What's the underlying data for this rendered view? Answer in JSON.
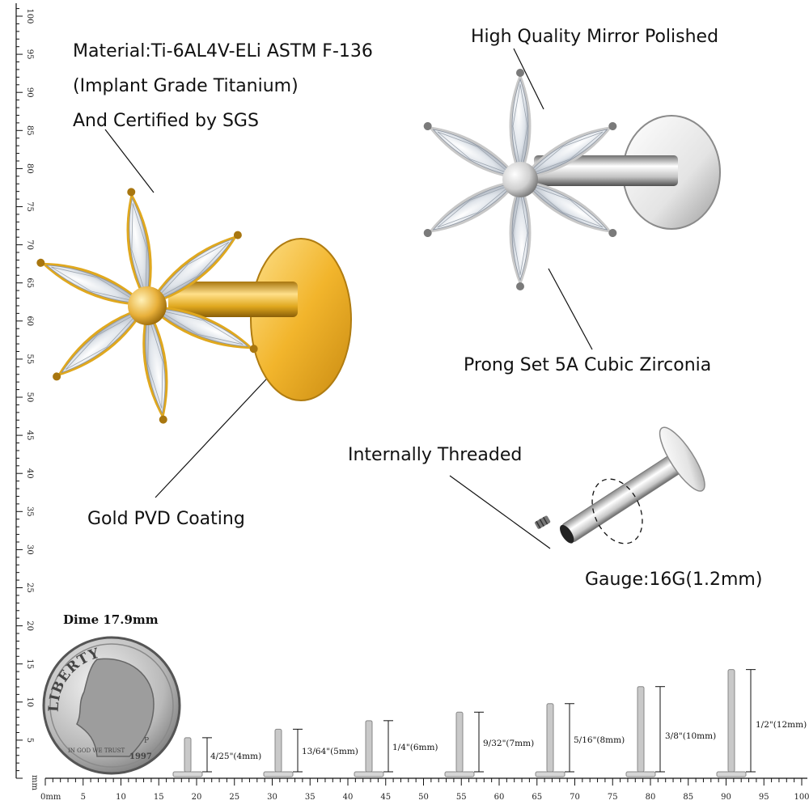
{
  "callouts": {
    "material": [
      "Material:Ti-6AL4V-ELi ASTM F-136",
      "(Implant Grade Titanium)",
      "And Certified by SGS"
    ],
    "mirror": "High Quality Mirror Polished",
    "prong": "Prong Set 5A Cubic Zirconia",
    "threaded": "Internally Threaded",
    "gold": "Gold PVD Coating",
    "gauge": "Gauge:16G(1.2mm)"
  },
  "dime": {
    "label": "Dime 17.9mm",
    "inscriptions": {
      "liberty": "LIBERTY",
      "motto": "IN GOD WE TRUST",
      "mint": "P",
      "year": "1997"
    }
  },
  "ruler": {
    "unit": "mm",
    "zero_label": "0mm",
    "vertical_zero_label": "mm",
    "labels": [
      5,
      10,
      15,
      20,
      25,
      30,
      35,
      40,
      45,
      50,
      55,
      60,
      65,
      70,
      75,
      80,
      85,
      90,
      95,
      100
    ]
  },
  "sizes": [
    {
      "label": "4/25\"(4mm)",
      "mm": 4
    },
    {
      "label": "13/64\"(5mm)",
      "mm": 5
    },
    {
      "label": "1/4\"(6mm)",
      "mm": 6
    },
    {
      "label": "9/32\"(7mm)",
      "mm": 7
    },
    {
      "label": "5/16\"(8mm)",
      "mm": 8
    },
    {
      "label": "3/8\"(10mm)",
      "mm": 10
    },
    {
      "label": "1/2\"(12mm)",
      "mm": 12
    }
  ],
  "colors": {
    "gold": "#e0a81e",
    "gold_dark": "#a8760f",
    "silver": "#c8c8c8",
    "silver_dark": "#7a7a7a",
    "crystal": "#e9edf2"
  }
}
